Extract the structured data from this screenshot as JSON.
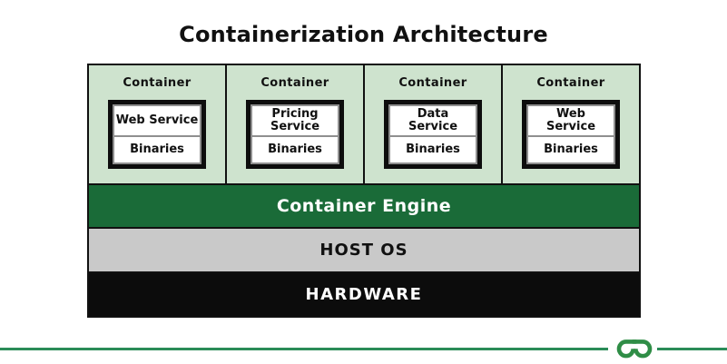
{
  "title": "Containerization Architecture",
  "containers": [
    {
      "label": "Container",
      "service": "Web Service",
      "binaries": "Binaries"
    },
    {
      "label": "Container",
      "service": "Pricing\nService",
      "binaries": "Binaries"
    },
    {
      "label": "Container",
      "service": "Data\nService",
      "binaries": "Binaries"
    },
    {
      "label": "Container",
      "service": "Web\nService",
      "binaries": "Binaries"
    }
  ],
  "layers": {
    "engine": "Container Engine",
    "host_os": "HOST OS",
    "hardware": "HARDWARE"
  },
  "footer": {
    "logo": "geeksforgeeks-logo"
  },
  "colors": {
    "container_bg": "#cee3ce",
    "engine_bg": "#1a6b38",
    "host_os_bg": "#c9c9c9",
    "hardware_bg": "#0c0c0c",
    "border": "#111111",
    "brand_green": "#2f8d46",
    "rule_green": "#2a8c58"
  }
}
